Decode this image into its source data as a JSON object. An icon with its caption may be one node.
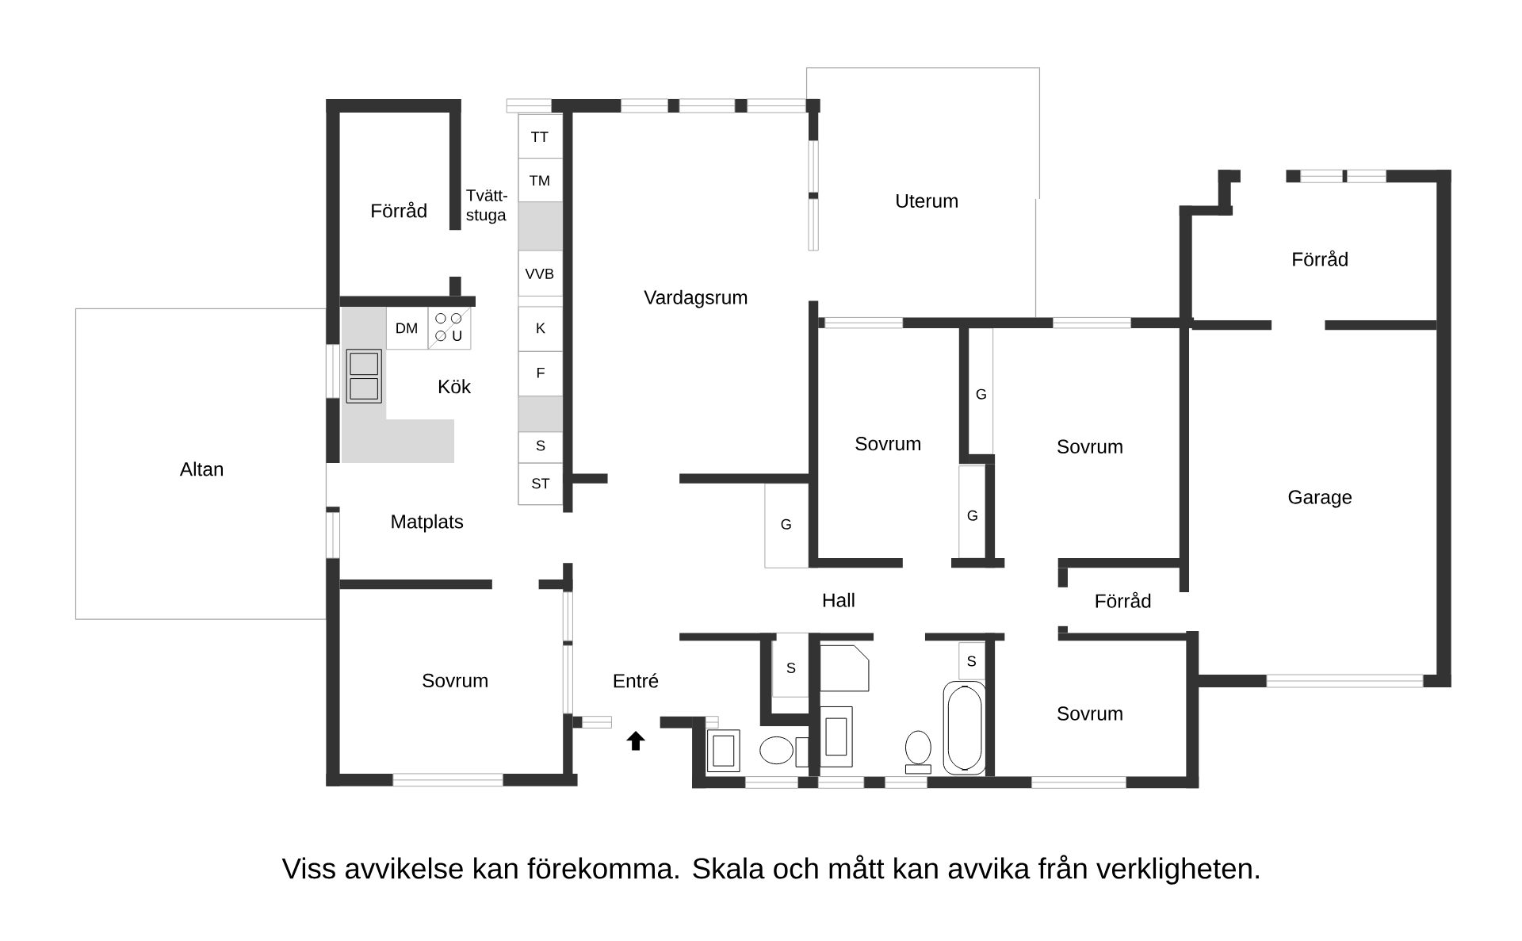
{
  "diagram": {
    "caption": "Viss avvikelse kan förekomma. Skala och mått kan avvika från verkligheten.",
    "labels": [
      "Förråd",
      "Tvätt- stuga",
      "TT",
      "TM",
      "Uterum",
      "Förråd",
      "VVB",
      "Vardagsrum",
      "DM",
      "U",
      "K",
      "F",
      "Kök",
      "G",
      "S",
      "Sovrum",
      "Sovrum",
      "Altan",
      "ST",
      "Garage",
      "G",
      "Matplats",
      "G",
      "Hall",
      "Förråd",
      "S",
      "S",
      "Sovrum",
      "Entré",
      "Sovrum"
    ]
  }
}
